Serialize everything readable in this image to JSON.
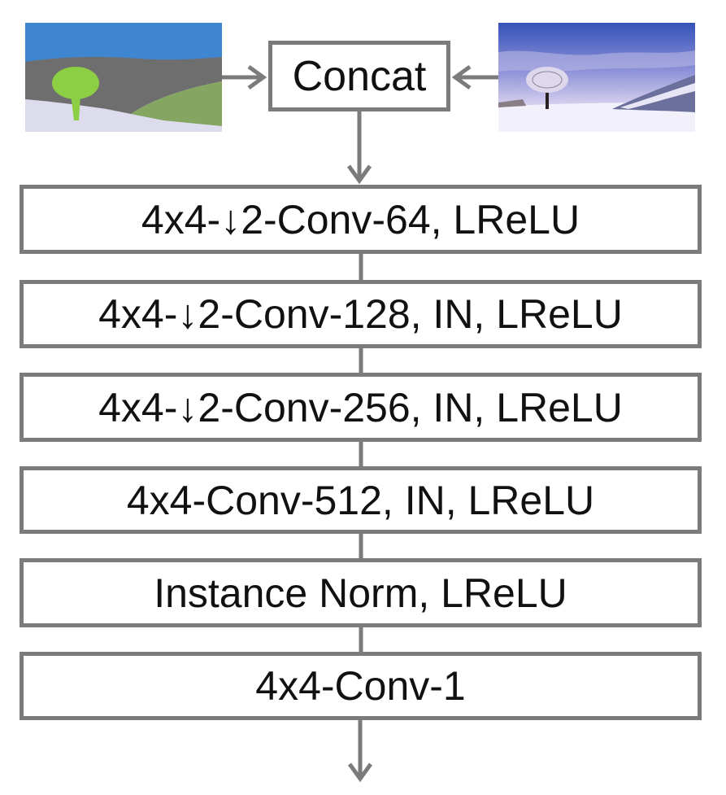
{
  "diagram": {
    "inputs": [
      {
        "name": "semantic-layout-image",
        "icon": "segmentation-map-icon"
      },
      {
        "name": "photo-image",
        "icon": "landscape-photo-icon"
      }
    ],
    "concat_label": "Concat",
    "layers": [
      {
        "label": "4x4-↓2-Conv-64, LReLU"
      },
      {
        "label": "4x4-↓2-Conv-128, IN, LReLU"
      },
      {
        "label": "4x4-↓2-Conv-256, IN, LReLU"
      },
      {
        "label": "4x4-Conv-512, IN, LReLU"
      },
      {
        "label": "Instance Norm, LReLU"
      },
      {
        "label": "4x4-Conv-1"
      }
    ],
    "colors": {
      "stroke": "#7b7b7b",
      "text": "#111111",
      "seg_sky": "#3f86d1",
      "seg_mountain": "#6e6e6e",
      "seg_grass": "#84a661",
      "seg_tree": "#8dcf44",
      "seg_snow": "#dcdced"
    }
  }
}
